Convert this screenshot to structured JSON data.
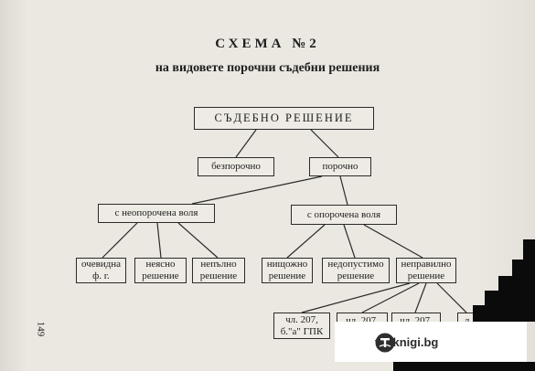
{
  "heading": {
    "title": "СХЕМА №2",
    "subtitle": "на видовете порочни съдебни решения"
  },
  "nodes": {
    "root": "СЪДЕБНО РЕШЕНИЕ",
    "bezporochno": "безпорочно",
    "porochno": "порочно",
    "neoporochena": "с неопорочена воля",
    "oporochena": "с опорочена воля",
    "ochevidna": "очевидна\nф. г.",
    "neyasno": "неясно\nрешение",
    "nepalno": "непълно\nрешение",
    "nishtozhno": "нищожно\nрешение",
    "nedopustimo": "недопустимо\nрешение",
    "nepravilno": "неправилно\nрешение",
    "chl1": "чл. 207,\nб.\"а\" ГПК",
    "chl2": "чл. 207,",
    "chl3": "чл. 207,",
    "chl4": "л. 207,"
  },
  "page_number": "149",
  "watermark": {
    "text": "teoknigi.bg",
    "icon": "book-t-logo-icon"
  }
}
